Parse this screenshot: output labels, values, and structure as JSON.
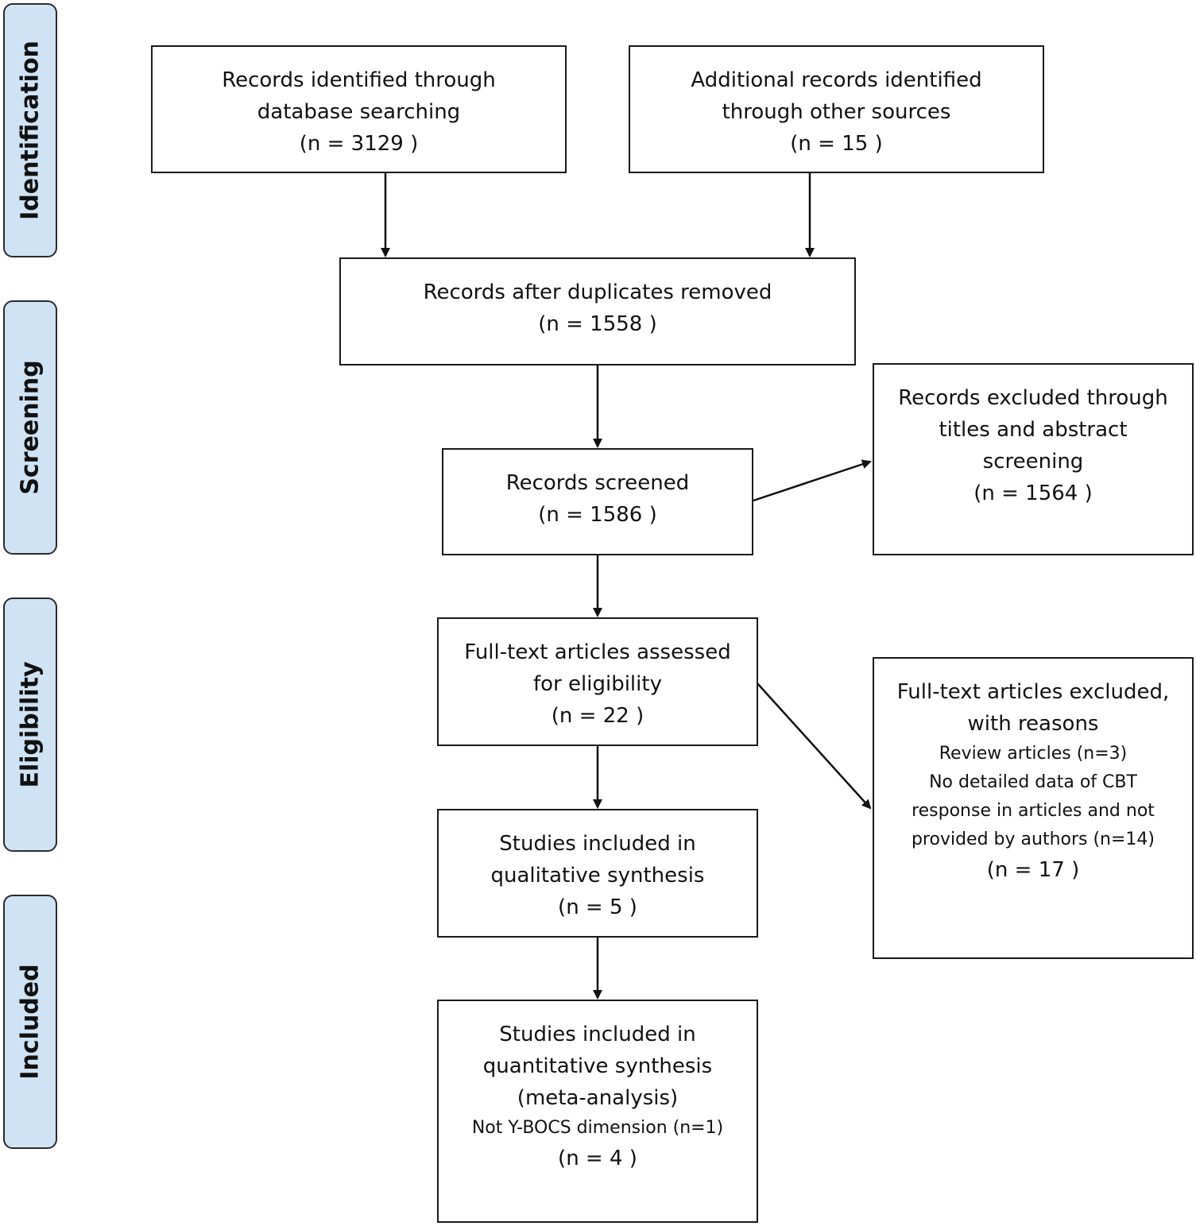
{
  "stages": [
    {
      "key": "identification",
      "label": "Identification"
    },
    {
      "key": "screening",
      "label": "Screening"
    },
    {
      "key": "eligibility",
      "label": "Eligibility"
    },
    {
      "key": "included",
      "label": "Included"
    }
  ],
  "boxes": {
    "database": {
      "line1": "Records identified through",
      "line2": "database searching",
      "count": "(n =  3129 )"
    },
    "other_sources": {
      "line1": "Additional records identified",
      "line2": "through other sources",
      "count": "(n = 15  )"
    },
    "deduplicated": {
      "line1": "Records after duplicates removed",
      "count": "(n = 1558  )"
    },
    "screened": {
      "line1": "Records screened",
      "count": "(n = 1586  )"
    },
    "excluded_screening": {
      "line1": "Records excluded through",
      "line2": "titles and abstract",
      "line3": "screening",
      "count": "(n = 1564  )"
    },
    "fulltext": {
      "line1": "Full-text articles assessed",
      "line2": "for eligibility",
      "count": "(n = 22  )"
    },
    "excluded_fulltext": {
      "line1": "Full-text articles excluded,",
      "line2": "with reasons",
      "reason1": "Review articles (n=3)",
      "reason2": "No detailed data of CBT",
      "reason3": "response in articles and not",
      "reason4": "provided by authors (n=14)",
      "count": "(n = 17  )"
    },
    "qualitative": {
      "line1": "Studies included in",
      "line2": "qualitative synthesis",
      "count": "(n = 5  )"
    },
    "quantitative": {
      "line1": "Studies included in",
      "line2": "quantitative synthesis",
      "line3": "(meta-analysis)",
      "note": "Not Y-BOCS dimension (n=1)",
      "count": "(n = 4  )"
    }
  }
}
